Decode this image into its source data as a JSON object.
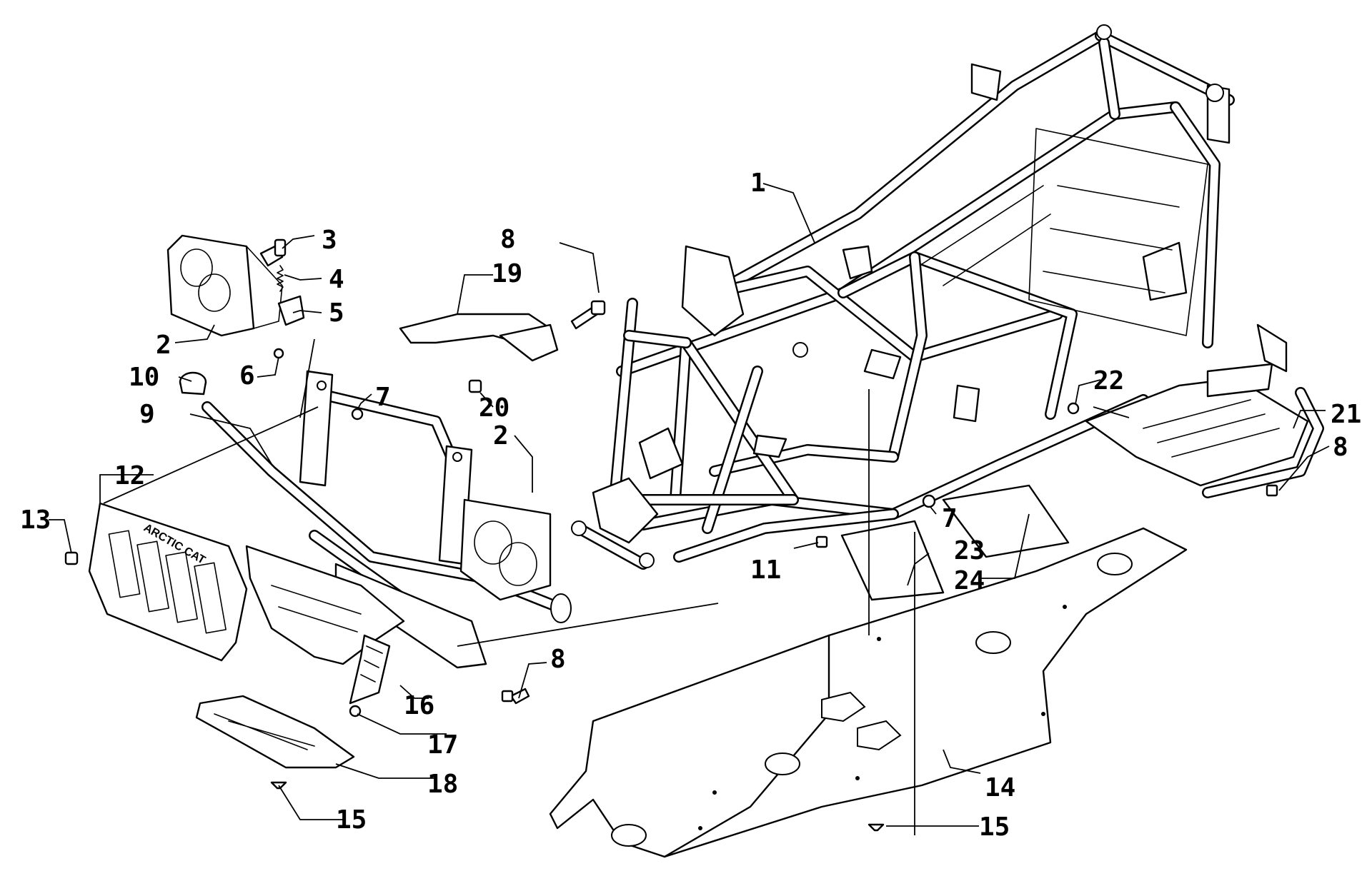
{
  "callouts": {
    "c1": "1",
    "c2a": "2",
    "c2b": "2",
    "c3": "3",
    "c4": "4",
    "c5": "5",
    "c6": "6",
    "c7a": "7",
    "c7b": "7",
    "c8a": "8",
    "c8b": "8",
    "c8c": "8",
    "c9": "9",
    "c10": "10",
    "c11": "11",
    "c12": "12",
    "c13": "13",
    "c14": "14",
    "c15a": "15",
    "c15b": "15",
    "c16": "16",
    "c17": "17",
    "c18": "18",
    "c19": "19",
    "c20": "20",
    "c21": "21",
    "c22": "22",
    "c23": "23",
    "c24": "24"
  },
  "grille_logo_text": "ARCTIC CAT"
}
